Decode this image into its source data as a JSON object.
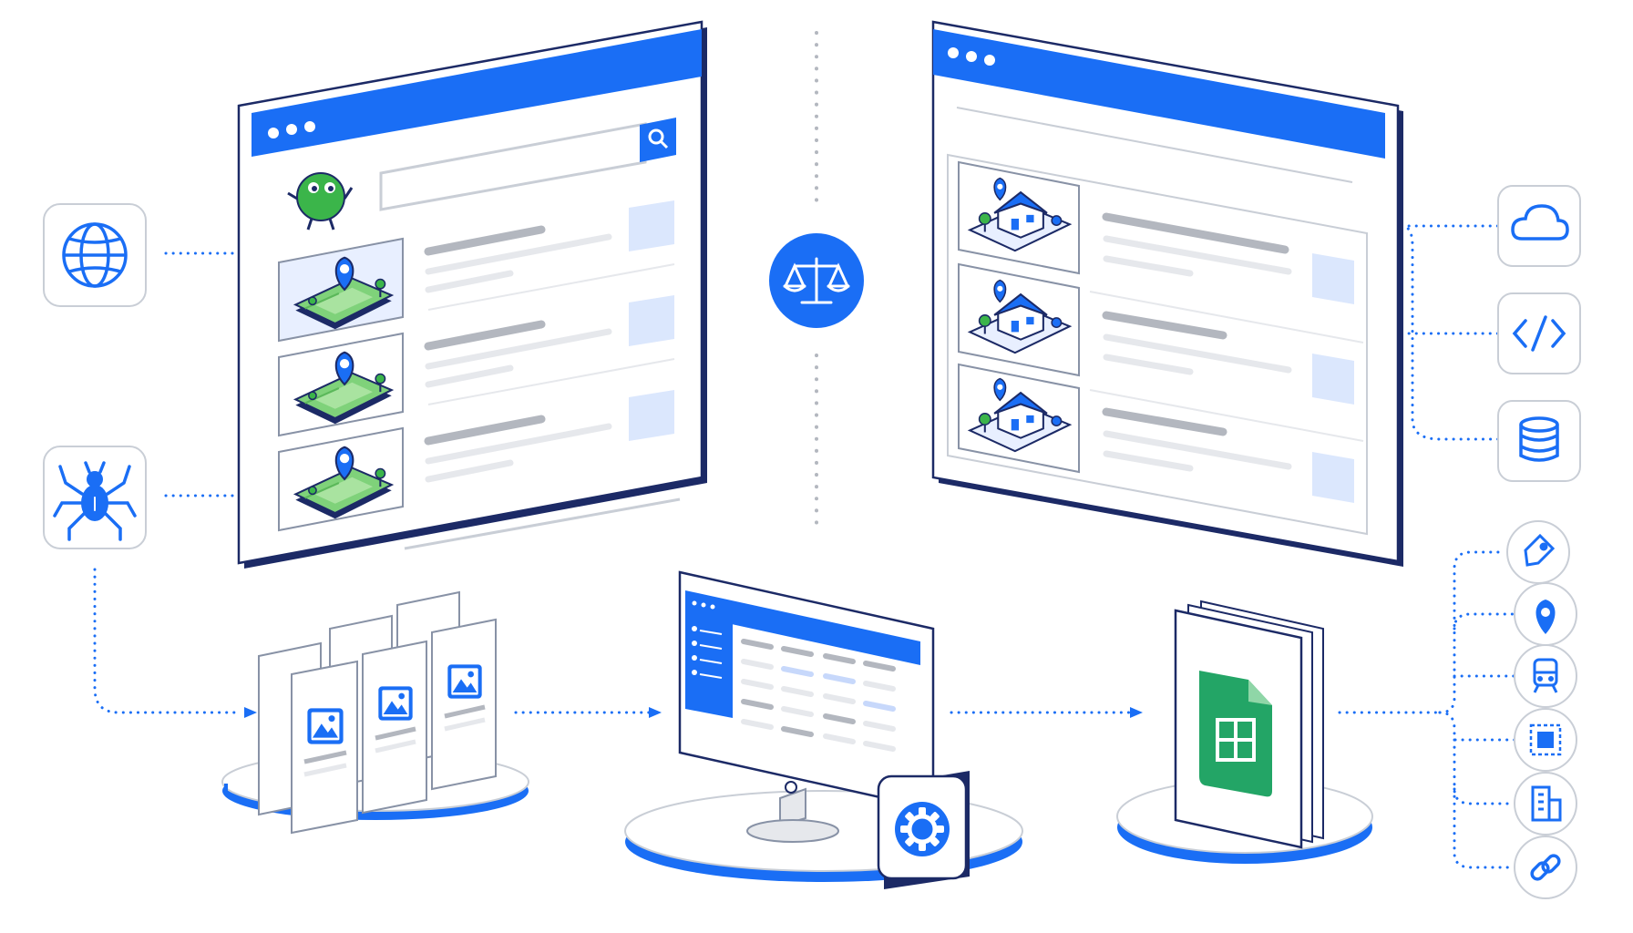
{
  "colors": {
    "brand_blue": "#1a6ef5",
    "outline_navy": "#1c2a66",
    "light_blue": "#dbe7fd",
    "gray_bar": "#b3b7bf",
    "light_gray": "#e6e8ec",
    "map_green": "#7fd27a",
    "sheets_green": "#23a566",
    "mascot_green": "#3bb54a"
  },
  "left_browser": {
    "window_dots": 3,
    "search_icon": "search-icon",
    "result_thumbnail_icon": "map-location-tile-icon",
    "result_count": 3
  },
  "right_browser": {
    "window_dots": 3,
    "result_thumbnail_icon": "house-location-tile-icon",
    "result_count": 3
  },
  "center_badge_icon": "scales-of-justice-icon",
  "left_sources": [
    {
      "icon": "globe-icon"
    },
    {
      "icon": "spider-icon"
    }
  ],
  "right_sources": [
    {
      "icon": "cloud-icon"
    },
    {
      "icon": "code-brackets-icon"
    },
    {
      "icon": "database-icon"
    }
  ],
  "attribute_icons": [
    {
      "icon": "price-tag-icon"
    },
    {
      "icon": "location-pin-icon"
    },
    {
      "icon": "train-icon"
    },
    {
      "icon": "area-square-icon"
    },
    {
      "icon": "building-icon"
    },
    {
      "icon": "link-icon"
    }
  ],
  "pipeline": [
    {
      "stage": "scraped-pages",
      "icon": "image-card-icon"
    },
    {
      "stage": "processing-computer",
      "icon": "gear-icon"
    },
    {
      "stage": "spreadsheet-output",
      "icon": "google-sheets-icon"
    }
  ]
}
